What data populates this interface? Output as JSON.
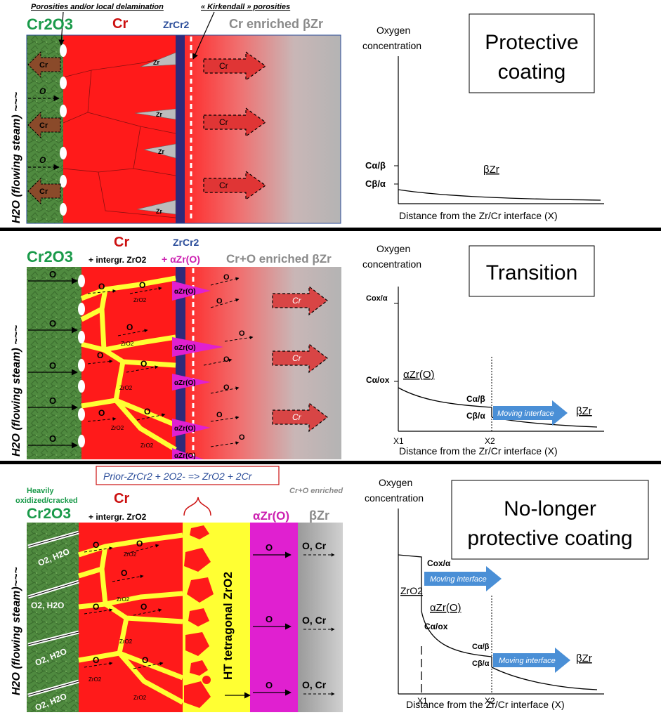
{
  "colors": {
    "oxide_green": "#4f8a3f",
    "chromium_red": "#ff1a1a",
    "zrcr2_navy": "#2f2a7a",
    "beta_gray": "#b4b4b4",
    "zro2_yellow": "#ffff33",
    "alpha_magenta": "#e020d0",
    "arrow_brown": "#8a4a2a",
    "arrow_blue": "#4a8fd6",
    "label_green": "#1a9a4a",
    "label_blue": "#2b4d9a",
    "label_gray": "#8a8a8a"
  },
  "panel1": {
    "title": "Protective coating",
    "annotation_left": "Porosities and/or local delamination",
    "annotation_right": "« Kirkendall » porosities",
    "layer_oxide": "Cr2O3",
    "layer_cr": "Cr",
    "layer_zrcr2": "ZrCr2",
    "layer_beta": "Cr enriched βZr",
    "steam_label": "H2O (flowing steam) ~~~",
    "arrow_cr": "Cr",
    "arrow_o": "O",
    "wedge_label": "Zr",
    "y_axis": "Oxygen concentration",
    "x_axis": "Distance from the Zr/Cr interface (X)",
    "tick_upper": "Cα/β",
    "tick_lower": "Cβ/α",
    "curve_label": "βZr"
  },
  "panel2": {
    "title": "Transition",
    "layer_oxide": "Cr2O3",
    "layer_cr": "Cr",
    "layer_cr_sub": "+ intergr. ZrO2",
    "layer_zrcr2": "ZrCr2",
    "layer_alpha": "+ αZr(O)",
    "layer_beta": "Cr+O enriched βZr",
    "steam_label": "H2O (flowing steam) ~~~",
    "arrow_o": "O",
    "arrow_cr": "Cr",
    "zro2_label": "ZrO2",
    "alpha_label": "αZr(O)",
    "y_axis": "Oxygen concentration",
    "x_axis": "Distance from the Zr/Cr interface (X)",
    "tick_top": "Cox/α",
    "tick_mid": "Cα/ox",
    "label_alpha": "αZr(O)",
    "label_ca_b": "Cα/β",
    "label_cb_a": "Cβ/α",
    "moving": "Moving interface",
    "label_beta": "βZr",
    "x1": "X1",
    "x2": "X2"
  },
  "panel3": {
    "title_line1": "No-longer",
    "title_line2": "protective coating",
    "reaction": "Prior-ZrCr2 + 2O2- => ZrO2 + 2Cr",
    "heavily_line1": "Heavily",
    "heavily_line2": "oxidized/cracked",
    "layer_oxide": "Cr2O3",
    "layer_cr": "Cr",
    "layer_cr_sub": "+ intergr. ZrO2",
    "layer_alpha": "αZr(O)",
    "layer_beta_top": "Cr+O enriched",
    "layer_beta": "βZr",
    "steam_label": "H2O (flowing steam)~~~",
    "crack_label": "O2, H2O",
    "arrow_o": "O",
    "arrow_ocr": "O, Cr",
    "zro2_label": "ZrO2",
    "ht_label": "HT tetragonal ZrO2",
    "y_axis": "Oxygen concentration",
    "x_axis": "Distance from the Zr/Cr interface (X)",
    "label_zro2": "ZrO2",
    "label_cox": "Cox/α",
    "label_alpha": "αZr(O)",
    "label_cox2": "Cα/ox",
    "label_ca_b": "Cα/β",
    "label_cb_a": "Cβ/α",
    "moving": "Moving interface",
    "label_beta": "βZr",
    "x1": "X1",
    "x2": "X2"
  }
}
